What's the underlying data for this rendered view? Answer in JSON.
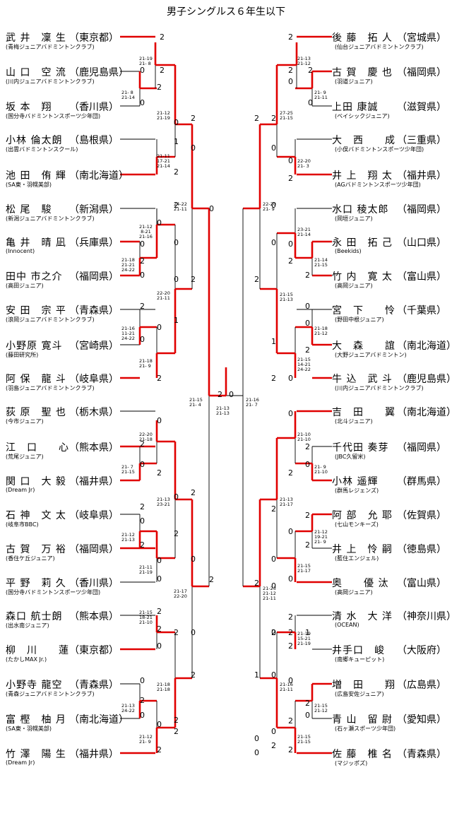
{
  "title": "男子シングルス６年生以下",
  "left_players": [
    {
      "name": "武 井　凜 生",
      "pref": "（東京都）",
      "club": "(青梅ジュニアバドミントンクラブ)"
    },
    {
      "name": "山 口　空 流",
      "pref": "（鹿児島県）",
      "club": "(川内ジュニアバドミントンクラブ)"
    },
    {
      "name": "坂 本　翔",
      "pref": "（香川県）",
      "club": "(国分寺バドミントンスポーツ少年団)"
    },
    {
      "name": "小林 倫太朗",
      "pref": "（島根県）",
      "club": "(出雲バドミントンスクール)"
    },
    {
      "name": "池 田　侑 輝",
      "pref": "（南北海道）",
      "club": "(SA東・羽幌美部)"
    },
    {
      "name": "松 尾　駿",
      "pref": "（新潟県）",
      "club": "(新潟ジュニアバドミントンクラブ)"
    },
    {
      "name": "亀 井　晴 凪",
      "pref": "（兵庫県）",
      "club": "(Innocent)"
    },
    {
      "name": "田中 市之介",
      "pref": "（福岡県）",
      "club": "(高田ジュニア)"
    },
    {
      "name": "安 田　宗 平",
      "pref": "（青森県）",
      "club": "(浪岡ジュニアバドミントンクラブ)"
    },
    {
      "name": "小野原 寛斗",
      "pref": "（宮崎県）",
      "club": "(藤田研究所)"
    },
    {
      "name": "阿 保　龍 斗",
      "pref": "（岐阜県）",
      "club": "(羽島ジュニアバドミントンクラブ)"
    },
    {
      "name": "荻 原　聖 也",
      "pref": "（栃木県）",
      "club": "(今市ジュニア)"
    },
    {
      "name": "江　口　　心",
      "pref": "（熊本県）",
      "club": "(荒尾ジュニア)"
    },
    {
      "name": "関 口　大 毅",
      "pref": "（福井県）",
      "club": "(Dream Jr)"
    },
    {
      "name": "石 神　文 太",
      "pref": "（岐阜県）",
      "club": "(岐阜市BBC)"
    },
    {
      "name": "古 賀　万 裕",
      "pref": "（福岡県）",
      "club": "(香住ケ丘ジュニア)"
    },
    {
      "name": "平 野　莉 久",
      "pref": "（香川県）",
      "club": "(国分寺バドミントンスポーツ少年団)"
    },
    {
      "name": "森口 航士朗",
      "pref": "（熊本県）",
      "club": "(出水南ジュニア)"
    },
    {
      "name": "柳　川　　蓮",
      "pref": "（東京都）",
      "club": "(たかしMAX Jr.)"
    },
    {
      "name": "小野寺 龍空",
      "pref": "（青森県）",
      "club": "(青森ジュニアバドミントンクラブ)"
    },
    {
      "name": "富 樫　柚 月",
      "pref": "（南北海道）",
      "club": "(SA東・羽幌美部)"
    },
    {
      "name": "竹 澤　陽 生",
      "pref": "（福井県）",
      "club": "(Dream Jr)"
    }
  ],
  "right_players": [
    {
      "name": "後 藤　拓 人",
      "pref": "（宮城県）",
      "club": "(仙台ジュニアバドミントンクラブ)"
    },
    {
      "name": "古 賀　慶 也",
      "pref": "（福岡県）",
      "club": "(羽道ジュニア)"
    },
    {
      "name": "上田 康誠",
      "pref": "（滋賀県）",
      "club": "(ベイシックジュニア)"
    },
    {
      "name": "大　西　　成",
      "pref": "（三重県）",
      "club": "(小俣バドミントンスポーツ少年団)"
    },
    {
      "name": "井 上　翔 太",
      "pref": "（福井県）",
      "club": "(AGバドミントンスポーツ少年団)"
    },
    {
      "name": "水口 稜太郎",
      "pref": "（福岡県）",
      "club": "(岡垣ジュニア)"
    },
    {
      "name": "永 田　拓 己",
      "pref": "（山口県）",
      "club": "(Beekids)"
    },
    {
      "name": "竹 内　寛 太",
      "pref": "（富山県）",
      "club": "(高岡ジュニア)"
    },
    {
      "name": "宮　下　　怜",
      "pref": "（千葉県）",
      "club": "(野田中根ジュニア)"
    },
    {
      "name": "大　森　　誼",
      "pref": "（南北海道）",
      "club": "(大野ジュニアバドミントン)"
    },
    {
      "name": "牛 込　武 斗",
      "pref": "（鹿児島県）",
      "club": "(川内ジュニアバドミントンクラブ)"
    },
    {
      "name": "吉　田　　翼",
      "pref": "（南北海道）",
      "club": "(北斗ジュニア)"
    },
    {
      "name": "千代田 奏芽",
      "pref": "（福岡県）",
      "club": "(JBC久留米)"
    },
    {
      "name": "小林 遥輝",
      "pref": "（群馬県）",
      "club": "(群馬レジェンズ)"
    },
    {
      "name": "阿 部　允 耶",
      "pref": "（佐賀県）",
      "club": "(七山モンキーズ)"
    },
    {
      "name": "井 上　怜 嗣",
      "pref": "（徳島県）",
      "club": "(藍住エンジェル)"
    },
    {
      "name": "奥　　優 汰",
      "pref": "（富山県）",
      "club": "(高岡ジュニア)"
    },
    {
      "name": "清 水　大 洋",
      "pref": "（神奈川県）",
      "club": "(OCEAN)"
    },
    {
      "name": "井手口　峻",
      "pref": "（大阪府）",
      "club": "(南郷キューピット)"
    },
    {
      "name": "増　田　　翔",
      "pref": "（広島県）",
      "club": "(広島安佐ジュニア)"
    },
    {
      "name": "青 山　留 尉",
      "pref": "（愛知県）",
      "club": "(石ヶ瀬スポーツ少年団)"
    },
    {
      "name": "佐 藤　椎 名",
      "pref": "（青森県）",
      "club": "(マジッポズ)"
    }
  ],
  "scores": {
    "l1": "21-19\n21- 8",
    "l2": "21- 8\n21-14",
    "l3": "21-12\n21-19",
    "l4": "21-11\n17-21\n21-14",
    "l5": "24-22\n21-11",
    "l6": "21-12\n 8-21\n21-16",
    "l7": "21-18\n21-21\n24-22",
    "l8": "22-20\n21-11",
    "l9": "21-16\n11-21\n24-22",
    "l10": "21-18\n21- 9",
    "l11": "22-20\n21-18",
    "l12": "21- 7\n21-15",
    "l13": "21-13\n23-21",
    "l14": "21-12\n21-13",
    "l15": "21-11\n21-19",
    "l16": "21-17\n22-20",
    "l17": "21-15\n18-21\n21-10",
    "l18": "21-18\n21-18",
    "l19": "21-13\n24-22",
    "l20": "21-12\n21- 9",
    "semi_l": "21-15\n21- 4",
    "final": "21-13\n21-13",
    "semi_r": "21-16\n21- 7",
    "r1": "21-13\n21-12",
    "r2": "21- 9\n21-11",
    "r3": "27-25\n21-15",
    "r4": "22-20\n21- 3",
    "r5": "22-20\n21- 9",
    "r6": "23-21\n21-14",
    "r7": "21-14\n21-15",
    "r8": "21-15\n21-13",
    "r9": "21-18\n21-12",
    "r10": "21-15\n14-21\n24-22",
    "r11": "21-10\n21-10",
    "r12": "21- 9\n21-10",
    "r13": "21-13\n21-17",
    "r14": "21-12\n19-21\n21- 9",
    "r15": "21-15\n21-17",
    "r16": "21-23\n21-12\n21-11",
    "r17": "21-19\n15-21\n21-19",
    "r18": "21-16\n21-11",
    "r19": "21-15\n21-12",
    "r20": "21-15\n21-15"
  },
  "game_counts": {
    "l": [
      "2",
      "2",
      "2",
      "0",
      "0",
      "1",
      "0",
      "2",
      "2",
      "0",
      "2",
      "0",
      "0",
      "2",
      "0",
      "0",
      "2",
      "1",
      "0",
      "2",
      "0",
      "2",
      "0",
      "0",
      "2",
      "0",
      "2",
      "0",
      "2",
      "0",
      "2",
      "2",
      "0",
      "2",
      "0",
      "0",
      "2",
      "0",
      "2",
      "2",
      "0",
      "2",
      "2",
      "0",
      "2",
      "0",
      "0",
      "2",
      "2",
      "2",
      "0"
    ],
    "r": [
      "2",
      "2",
      "0",
      "0",
      "2",
      "2",
      "0",
      "0",
      "2",
      "2",
      "0",
      "0",
      "2",
      "2",
      "0",
      "0",
      "2",
      "1",
      "0",
      "2",
      "0",
      "2",
      "0",
      "2",
      "0",
      "2",
      "2",
      "0",
      "0",
      "2",
      "2",
      "0",
      "0",
      "2",
      "2",
      "0",
      "0",
      "1",
      "0",
      "2",
      "0",
      "2",
      "2",
      "0",
      "2",
      "0",
      "0",
      "2",
      "2",
      "2",
      "1"
    ],
    "final_l": "2",
    "final_r": "0"
  }
}
